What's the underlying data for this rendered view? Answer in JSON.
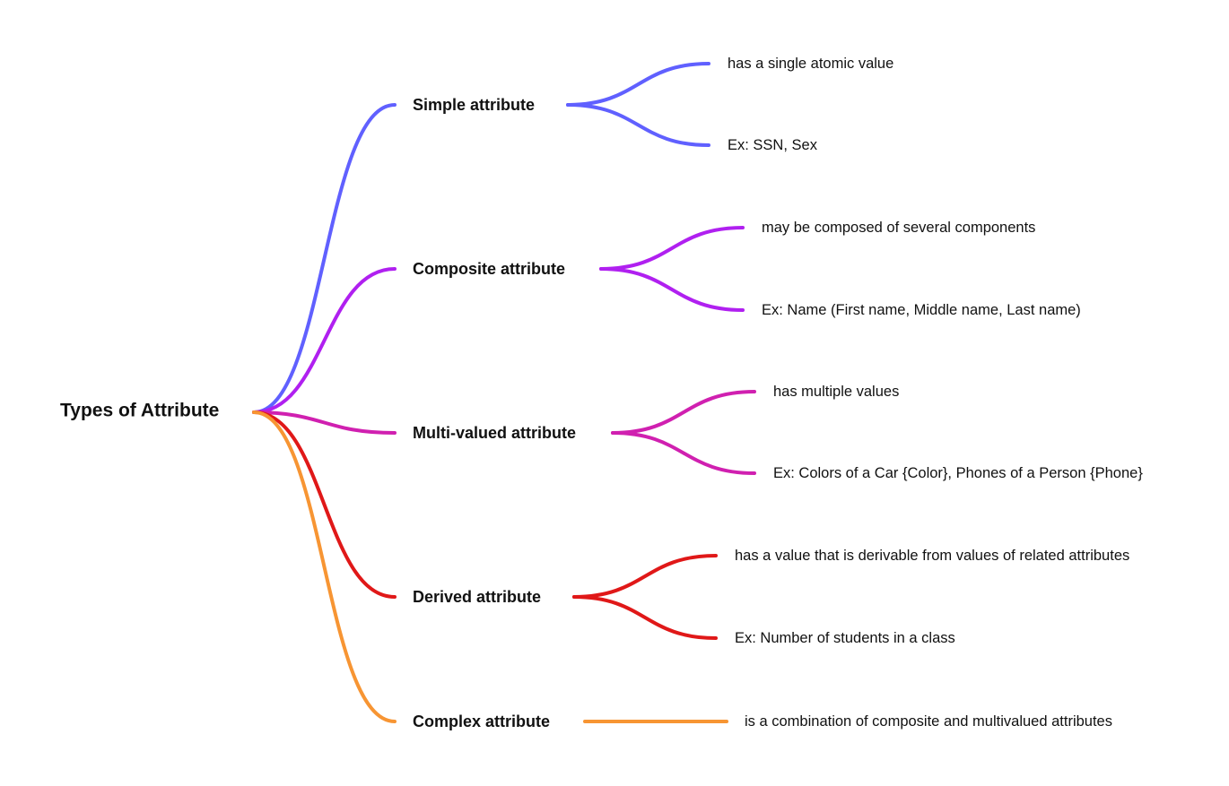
{
  "root": {
    "label": "Types of Attribute"
  },
  "branches": [
    {
      "label": "Simple attribute",
      "color": "#6060ff",
      "children": [
        "has a single atomic value",
        "Ex: SSN, Sex"
      ]
    },
    {
      "label": "Composite attribute",
      "color": "#b020f0",
      "children": [
        "may be composed of several components",
        "Ex: Name (First name, Middle name, Last name)"
      ]
    },
    {
      "label": "Multi-valued attribute",
      "color": "#d020b0",
      "children": [
        "has multiple values",
        "Ex: Colors of a Car {Color}, Phones of a Person {Phone}"
      ]
    },
    {
      "label": "Derived attribute",
      "color": "#e01818",
      "children": [
        "has a value that is derivable from values of related attributes",
        "Ex: Number of students in a class"
      ]
    },
    {
      "label": "Complex attribute",
      "color": "#f79533",
      "children": [
        "is a combination of composite and multivalued attributes"
      ]
    }
  ]
}
